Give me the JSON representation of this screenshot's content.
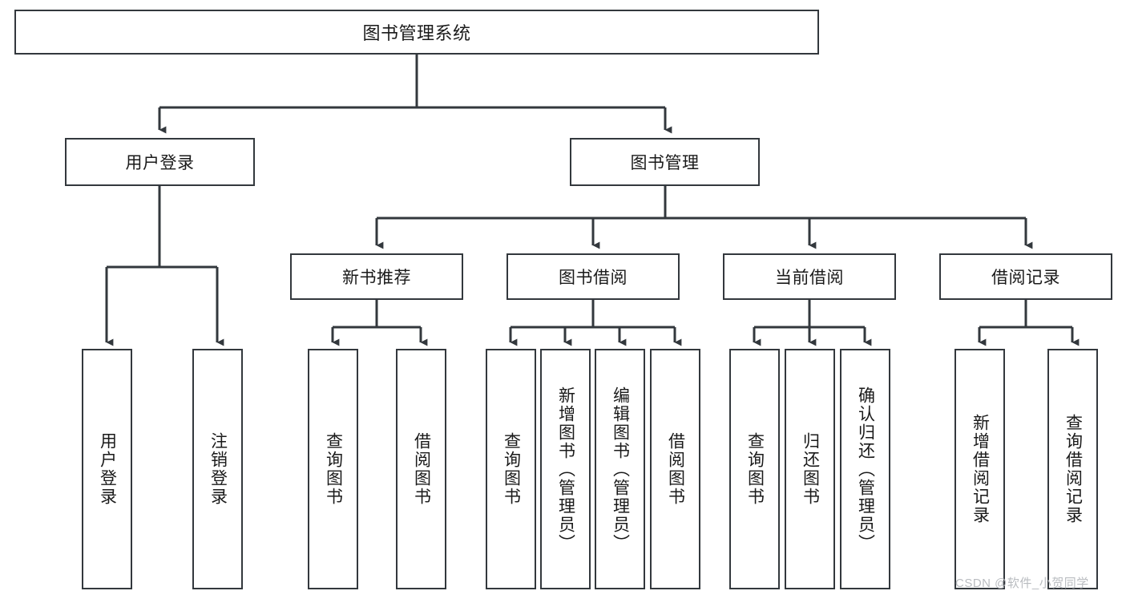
{
  "diagram": {
    "type": "tree-hierarchy-chart",
    "title": "图书管理系统",
    "stroke_color": "#33383d",
    "text_color": "#1a1a1a",
    "background_color": "#ffffff",
    "root": {
      "label": "图书管理系统"
    },
    "level2": [
      {
        "label": "用户登录"
      },
      {
        "label": "图书管理"
      }
    ],
    "level3": [
      {
        "label": "新书推荐"
      },
      {
        "label": "图书借阅"
      },
      {
        "label": "当前借阅"
      },
      {
        "label": "借阅记录"
      }
    ],
    "leaves": [
      {
        "label": "用户登录",
        "parent": "用户登录"
      },
      {
        "label": "注销登录",
        "parent": "用户登录"
      },
      {
        "label": "查询图书",
        "parent": "新书推荐"
      },
      {
        "label": "借阅图书",
        "parent": "新书推荐"
      },
      {
        "label": "查询图书",
        "parent": "图书借阅"
      },
      {
        "label": "新增图书（管理员）",
        "parent": "图书借阅"
      },
      {
        "label": "编辑图书（管理员）",
        "parent": "图书借阅"
      },
      {
        "label": "借阅图书",
        "parent": "图书借阅"
      },
      {
        "label": "查询图书",
        "parent": "当前借阅"
      },
      {
        "label": "归还图书",
        "parent": "当前借阅"
      },
      {
        "label": "确认归还（管理员）",
        "parent": "当前借阅"
      },
      {
        "label": "新增借阅记录",
        "parent": "借阅记录"
      },
      {
        "label": "查询借阅记录",
        "parent": "借阅记录"
      }
    ]
  },
  "watermark": {
    "text": "CSDN @软件_小贺同学"
  }
}
